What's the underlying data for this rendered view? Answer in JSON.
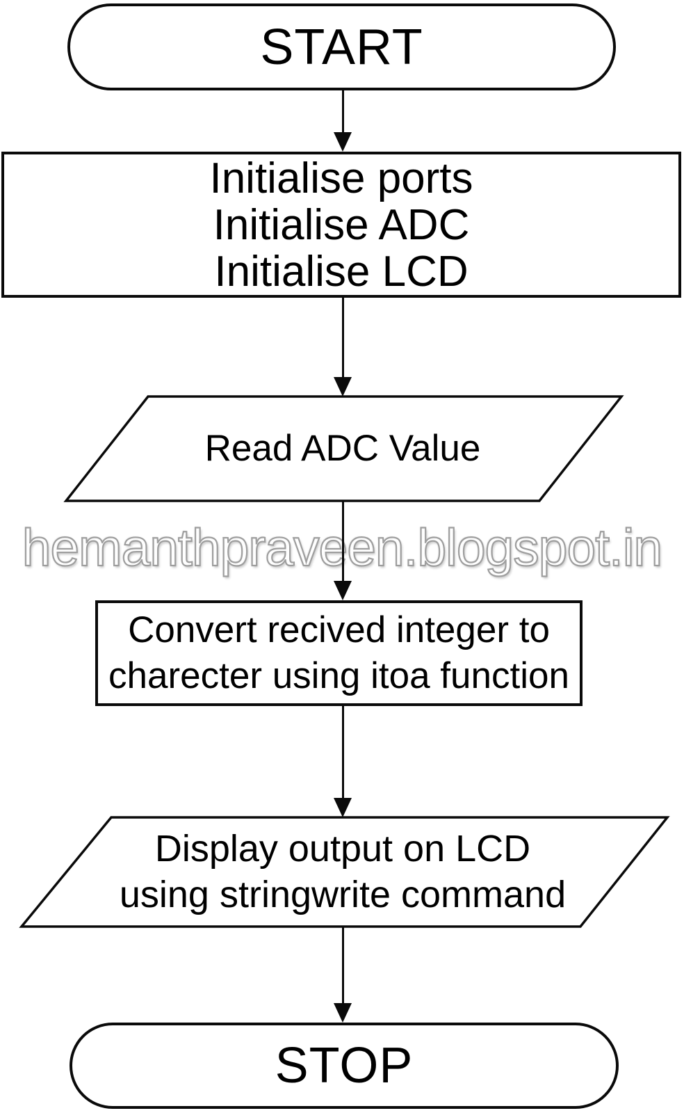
{
  "flowchart": {
    "background": "#ffffff",
    "stroke_color": "#0a0a0a",
    "text_color": "#000000",
    "direction": "top-down",
    "nodes": {
      "start": {
        "shape": "terminator",
        "label": "START"
      },
      "init": {
        "shape": "process",
        "line1": "Initialise ports",
        "line2": "Initialise ADC",
        "line3": "Initialise LCD"
      },
      "read_adc": {
        "shape": "input-output",
        "label": "Read ADC Value"
      },
      "convert": {
        "shape": "process",
        "line1": "Convert recived integer to",
        "line2": "charecter using itoa function"
      },
      "display": {
        "shape": "input-output",
        "line1": "Display output on LCD",
        "line2": "using stringwrite command"
      },
      "stop": {
        "shape": "terminator",
        "label": "STOP"
      }
    },
    "edges": [
      {
        "from": "start",
        "to": "init"
      },
      {
        "from": "init",
        "to": "read_adc"
      },
      {
        "from": "read_adc",
        "to": "convert"
      },
      {
        "from": "convert",
        "to": "display"
      },
      {
        "from": "display",
        "to": "stop"
      }
    ]
  },
  "watermark": {
    "text": "hemanthpraveen.blogspot.in",
    "fill_color": "#fefefe",
    "outline_color": "#9e9e9e"
  }
}
